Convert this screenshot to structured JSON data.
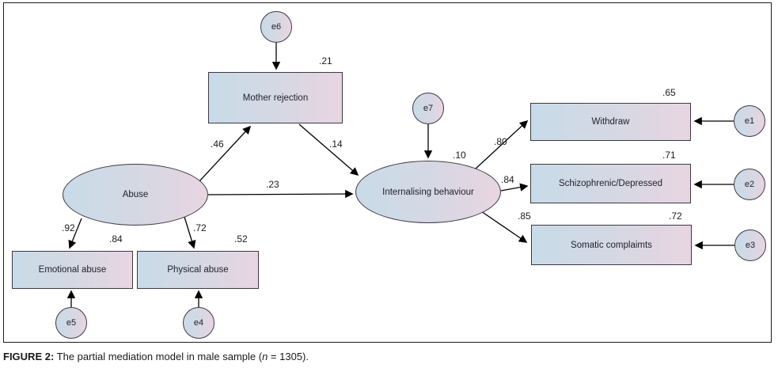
{
  "nodes": {
    "abuse": "Abuse",
    "internalising": "Internalising behaviour",
    "mother_rejection": "Mother rejection",
    "withdraw": "Withdraw",
    "schizophrenic": "Schizophrenic/Depressed",
    "somatic": "Somatic complaimts",
    "emotional": "Emotional abuse",
    "physical": "Physical abuse"
  },
  "errors": {
    "e1": "e1",
    "e2": "e2",
    "e3": "e3",
    "e4": "e4",
    "e5": "e5",
    "e6": "e6",
    "e7": "e7"
  },
  "paths": {
    "abuse_mother": ".46",
    "mother_internalising": ".14",
    "abuse_internalising": ".23",
    "internalising_withdraw": ".80",
    "internalising_schizophrenic": ".84",
    "internalising_somatic": ".85",
    "abuse_emotional": ".92",
    "abuse_physical": ".72"
  },
  "r_squared": {
    "mother_rejection": ".21",
    "internalising": ".10",
    "withdraw": ".65",
    "schizophrenic": ".71",
    "somatic": ".72",
    "emotional": ".84",
    "physical": ".52"
  },
  "caption": {
    "label": "FIGURE 2:",
    "text_before_n": " The partial mediation model in male sample (",
    "n_symbol": "n",
    "text_after_n": " = 1305)."
  },
  "colors": {
    "gradient_left": "#c8dbe8",
    "gradient_right": "#e8d5e1",
    "shape_border": "#3a3a44",
    "frame_border": "#1c1c1c",
    "text": "#1f1f2e",
    "arrow": "#000000"
  }
}
